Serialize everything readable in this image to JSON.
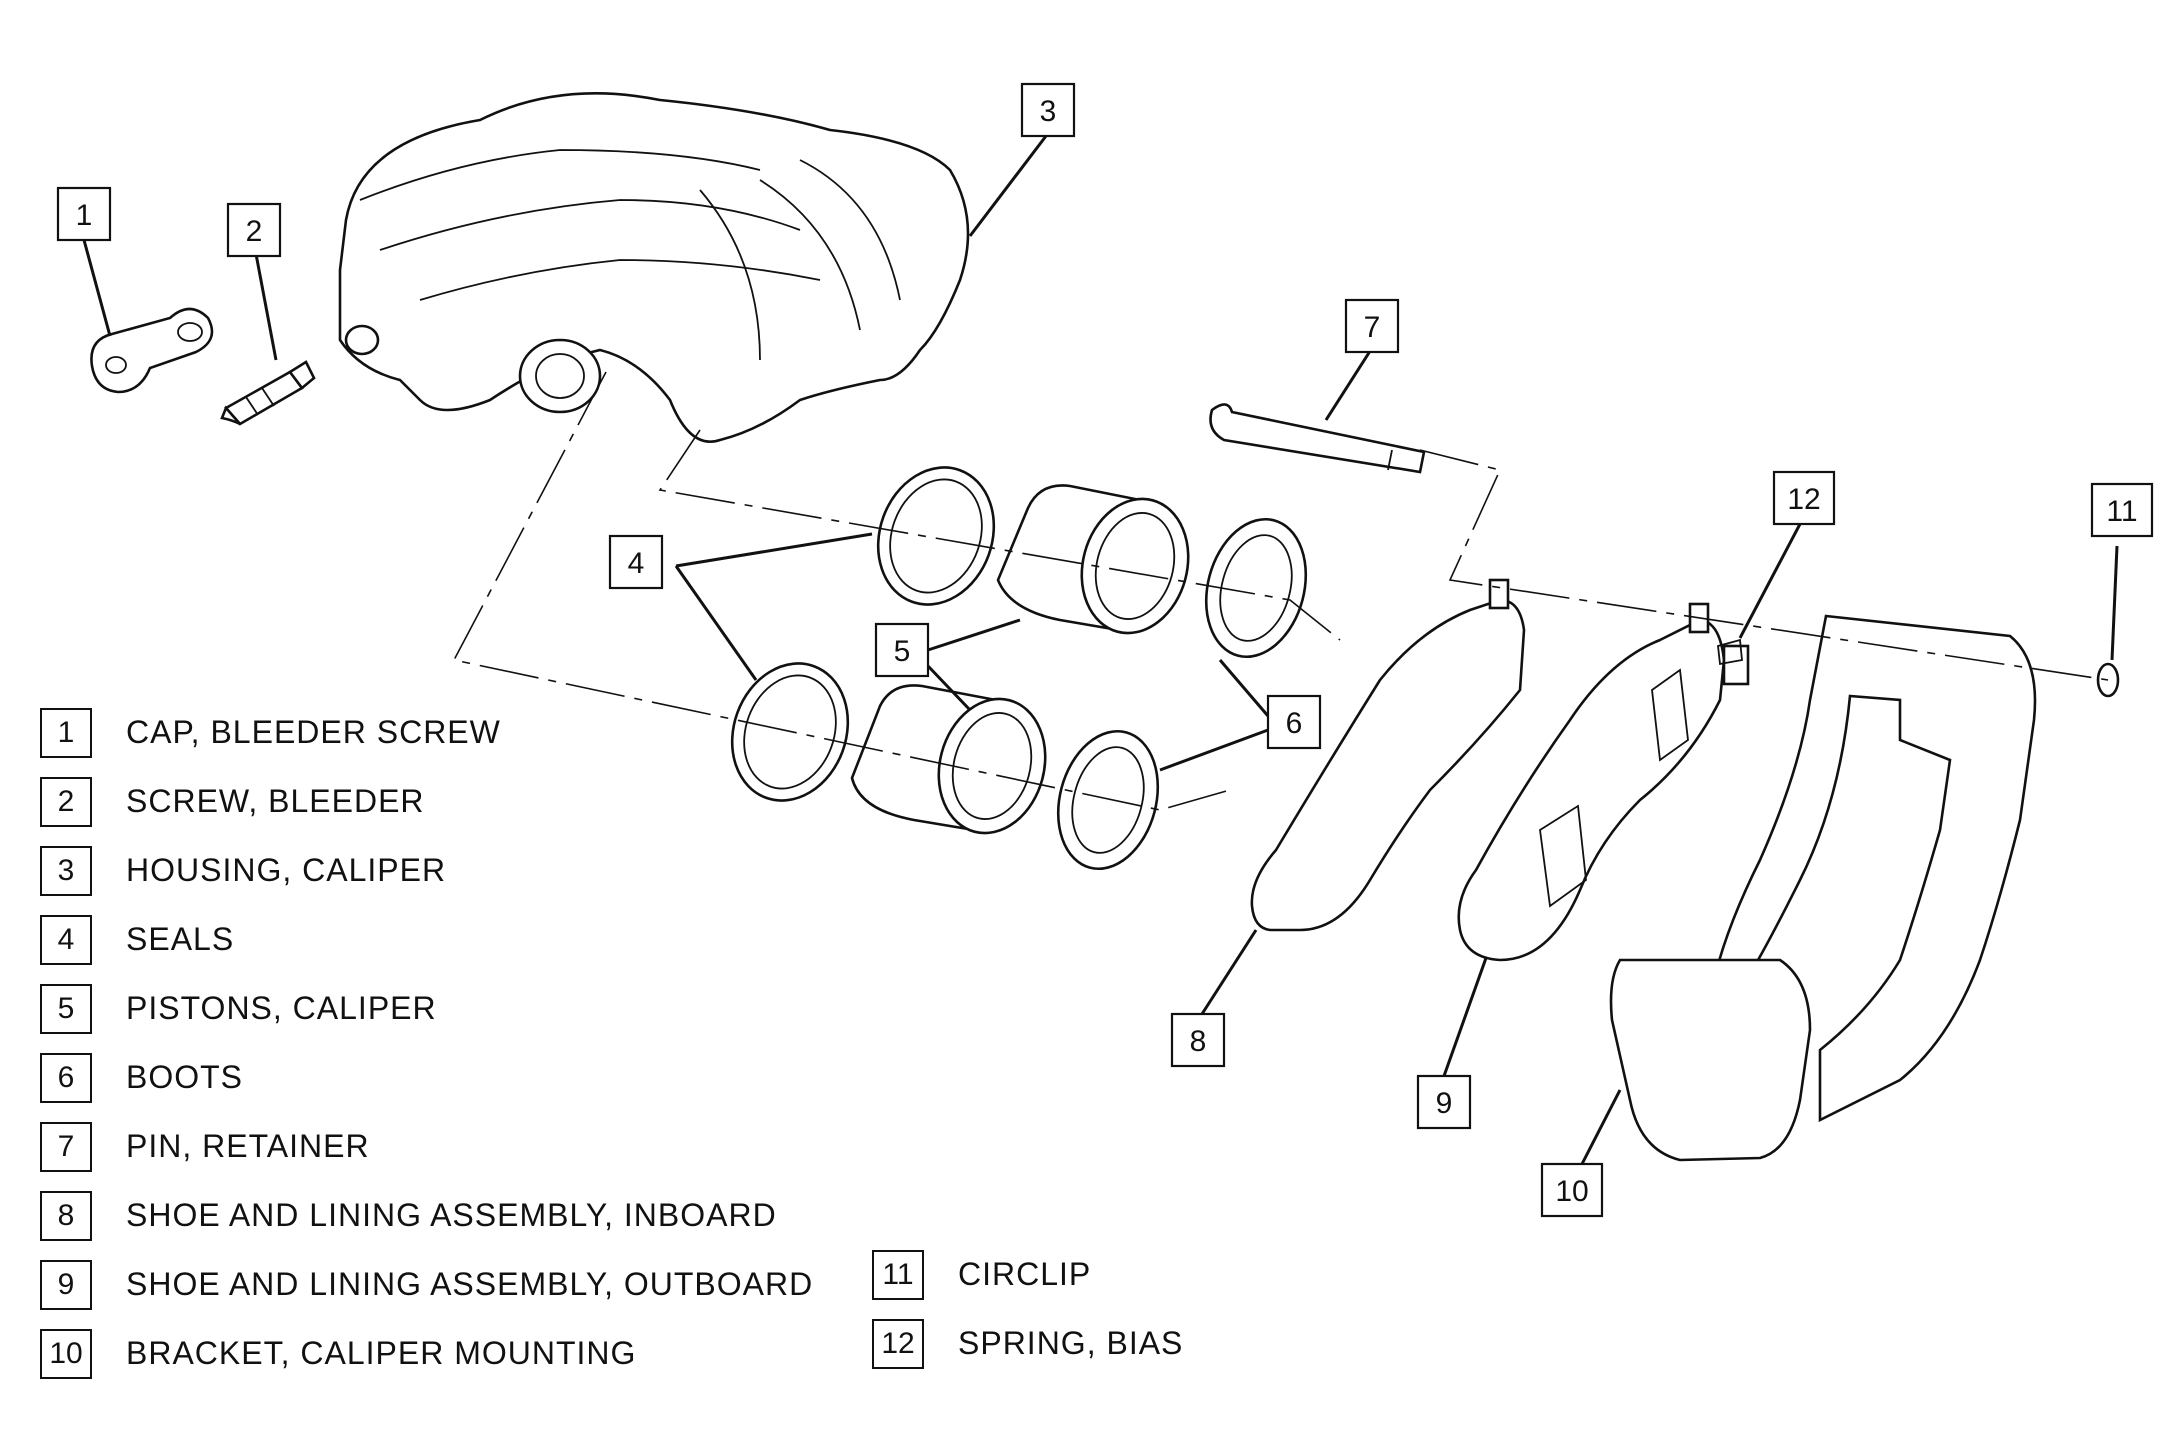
{
  "callouts": [
    "1",
    "2",
    "3",
    "4",
    "5",
    "6",
    "7",
    "8",
    "9",
    "10",
    "11",
    "12"
  ],
  "legend": [
    {
      "num": "1",
      "text": "CAP, BLEEDER SCREW"
    },
    {
      "num": "2",
      "text": "SCREW, BLEEDER"
    },
    {
      "num": "3",
      "text": "HOUSING, CALIPER"
    },
    {
      "num": "4",
      "text": "SEALS"
    },
    {
      "num": "5",
      "text": "PISTONS, CALIPER"
    },
    {
      "num": "6",
      "text": "BOOTS"
    },
    {
      "num": "7",
      "text": "PIN, RETAINER"
    },
    {
      "num": "8",
      "text": "SHOE AND LINING ASSEMBLY, INBOARD"
    },
    {
      "num": "9",
      "text": "SHOE AND LINING ASSEMBLY, OUTBOARD"
    },
    {
      "num": "10",
      "text": "BRACKET, CALIPER MOUNTING"
    },
    {
      "num": "11",
      "text": "CIRCLIP"
    },
    {
      "num": "12",
      "text": "SPRING, BIAS"
    }
  ]
}
